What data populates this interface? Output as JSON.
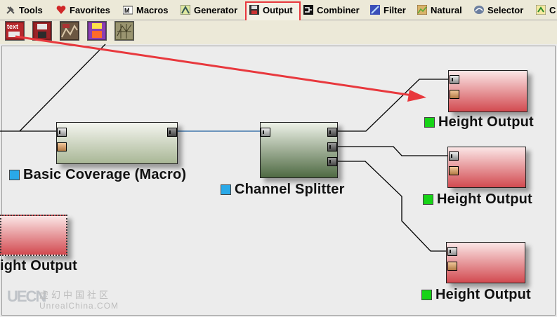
{
  "tabs": [
    {
      "label": "Tools",
      "icon": "tools-icon"
    },
    {
      "label": "Favorites",
      "icon": "heart-icon"
    },
    {
      "label": "Macros",
      "icon": "macro-icon"
    },
    {
      "label": "Generator",
      "icon": "generator-icon"
    },
    {
      "label": "Output",
      "icon": "floppy-disk-icon"
    },
    {
      "label": "Combiner",
      "icon": "combiner-icon"
    },
    {
      "label": "Filter",
      "icon": "filter-icon"
    },
    {
      "label": "Natural",
      "icon": "natural-icon"
    },
    {
      "label": "Selector",
      "icon": "selector-icon"
    },
    {
      "label": "C",
      "icon": "truncated-tab-icon"
    }
  ],
  "active_tab": "Output",
  "toolbar": {
    "buttons": [
      {
        "icon": "text-save-icon",
        "text": "text"
      },
      {
        "icon": "save-disk-icon"
      },
      {
        "icon": "heightmap-export-icon"
      },
      {
        "icon": "colored-disk-icon"
      },
      {
        "icon": "terrain-mesh-icon"
      }
    ]
  },
  "nodes": {
    "offscreen_output_label": "ight Output",
    "basic_coverage_label": "Basic Coverage (Macro)",
    "channel_splitter_label": "Channel Splitter",
    "height_output_1_label": "Height Output",
    "height_output_2_label": "Height Output",
    "height_output_3_label": "Height Output"
  },
  "colors": {
    "tab_bar": "#ece9d8",
    "canvas": "#ececec",
    "active_tab_outline": "#e8383d",
    "annotation_arrow": "#e8383d",
    "output_node": "#d24a50",
    "splitter_node": "#4f6a43",
    "macro_node": "#a9b796",
    "label_square_blue": "#2aa9e8",
    "label_square_green": "#17d317",
    "macro_link": "#1f5fa0"
  },
  "watermark": {
    "logo": "UECN",
    "chinese": "虚幻中国社区",
    "english": "UnrealChina.COM"
  }
}
